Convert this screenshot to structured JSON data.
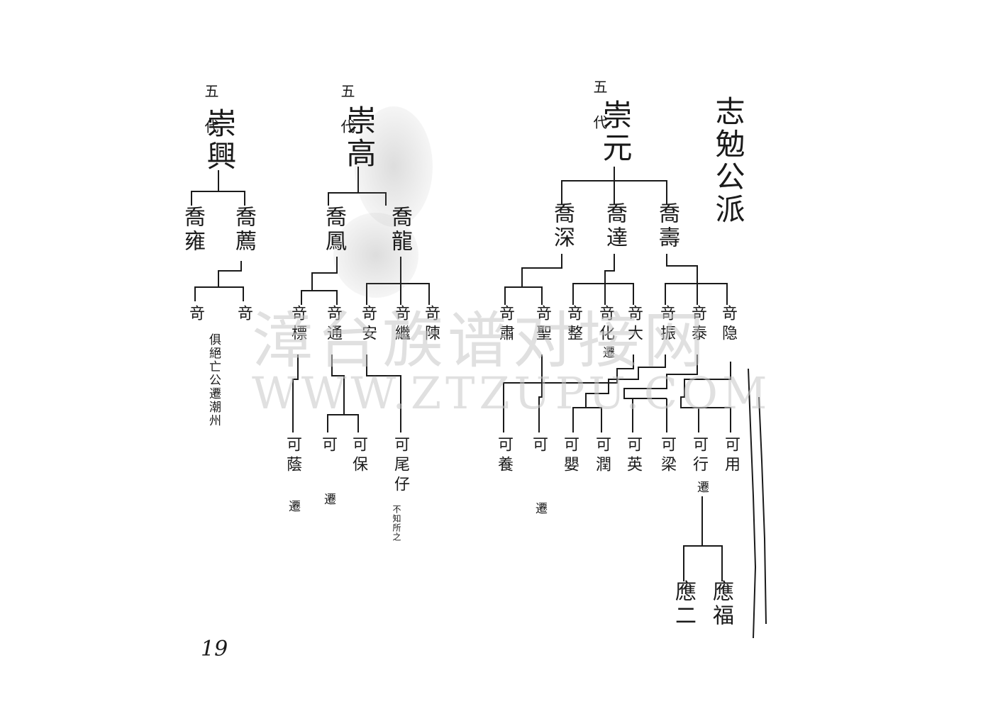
{
  "header": {
    "title": "志勉公派",
    "page_number": "19"
  },
  "colors": {
    "ink": "#1a1a1a",
    "paper": "#ffffff",
    "watermark": "#c8c8c8"
  },
  "watermark": {
    "line1": "漳台族谱对接网",
    "line2": "WWW.ZTZUPU.COM"
  },
  "branch_right": {
    "generation": "五代",
    "ancestor": "崇元",
    "sons": [
      "喬壽",
      "喬達",
      "喬深"
    ],
    "grandsons": [
      "竒隐",
      "竒泰",
      "竒振",
      "竒大",
      "竒化",
      "竒整",
      "竒聖",
      "竒肅"
    ],
    "grandson_note_hua": "遷",
    "great_grandsons": [
      "可用",
      "可行",
      "可梁",
      "可英",
      "可潤",
      "可嬰",
      "可",
      "可養"
    ],
    "note_xing": "遷",
    "note_ke": "遷",
    "descendants": [
      "應福",
      "應二"
    ]
  },
  "branch_middle": {
    "generation": "五代",
    "ancestor": "崇高",
    "sons": [
      "喬龍",
      "喬鳳"
    ],
    "grandsons": [
      "竒陳",
      "竒繼",
      "竒安",
      "竒通",
      "竒標"
    ],
    "great_grandsons": [
      "可尾仔",
      "可保",
      "可",
      "可蔭"
    ],
    "note_weizai": "不知所之",
    "note_ke": "遷",
    "note_yin": "遷"
  },
  "branch_left": {
    "generation": "五代",
    "ancestor": "崇興",
    "sons": [
      "喬薦",
      "喬雍"
    ],
    "grandsons": [
      "竒",
      "竒"
    ],
    "note": "俱絕亡公遷潮州"
  }
}
